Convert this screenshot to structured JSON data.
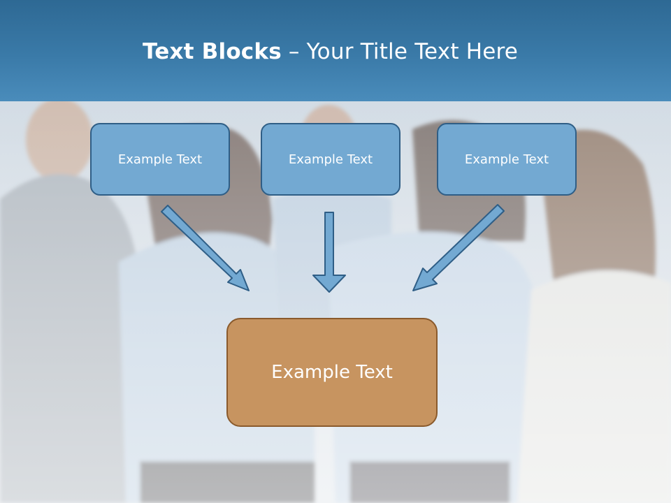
{
  "slide": {
    "title_bold": "Text Blocks",
    "title_rest": " – Your Title Text Here",
    "blocks": [
      {
        "label": "Example Text"
      },
      {
        "label": "Example Text"
      },
      {
        "label": "Example Text"
      }
    ],
    "center_block": {
      "label": "Example Text"
    }
  },
  "colors": {
    "header": "#3a7aa8",
    "block_fill": "#73a9d2",
    "block_border": "#2f5e86",
    "center_fill": "#c79460",
    "center_border": "#8a5a2c"
  }
}
